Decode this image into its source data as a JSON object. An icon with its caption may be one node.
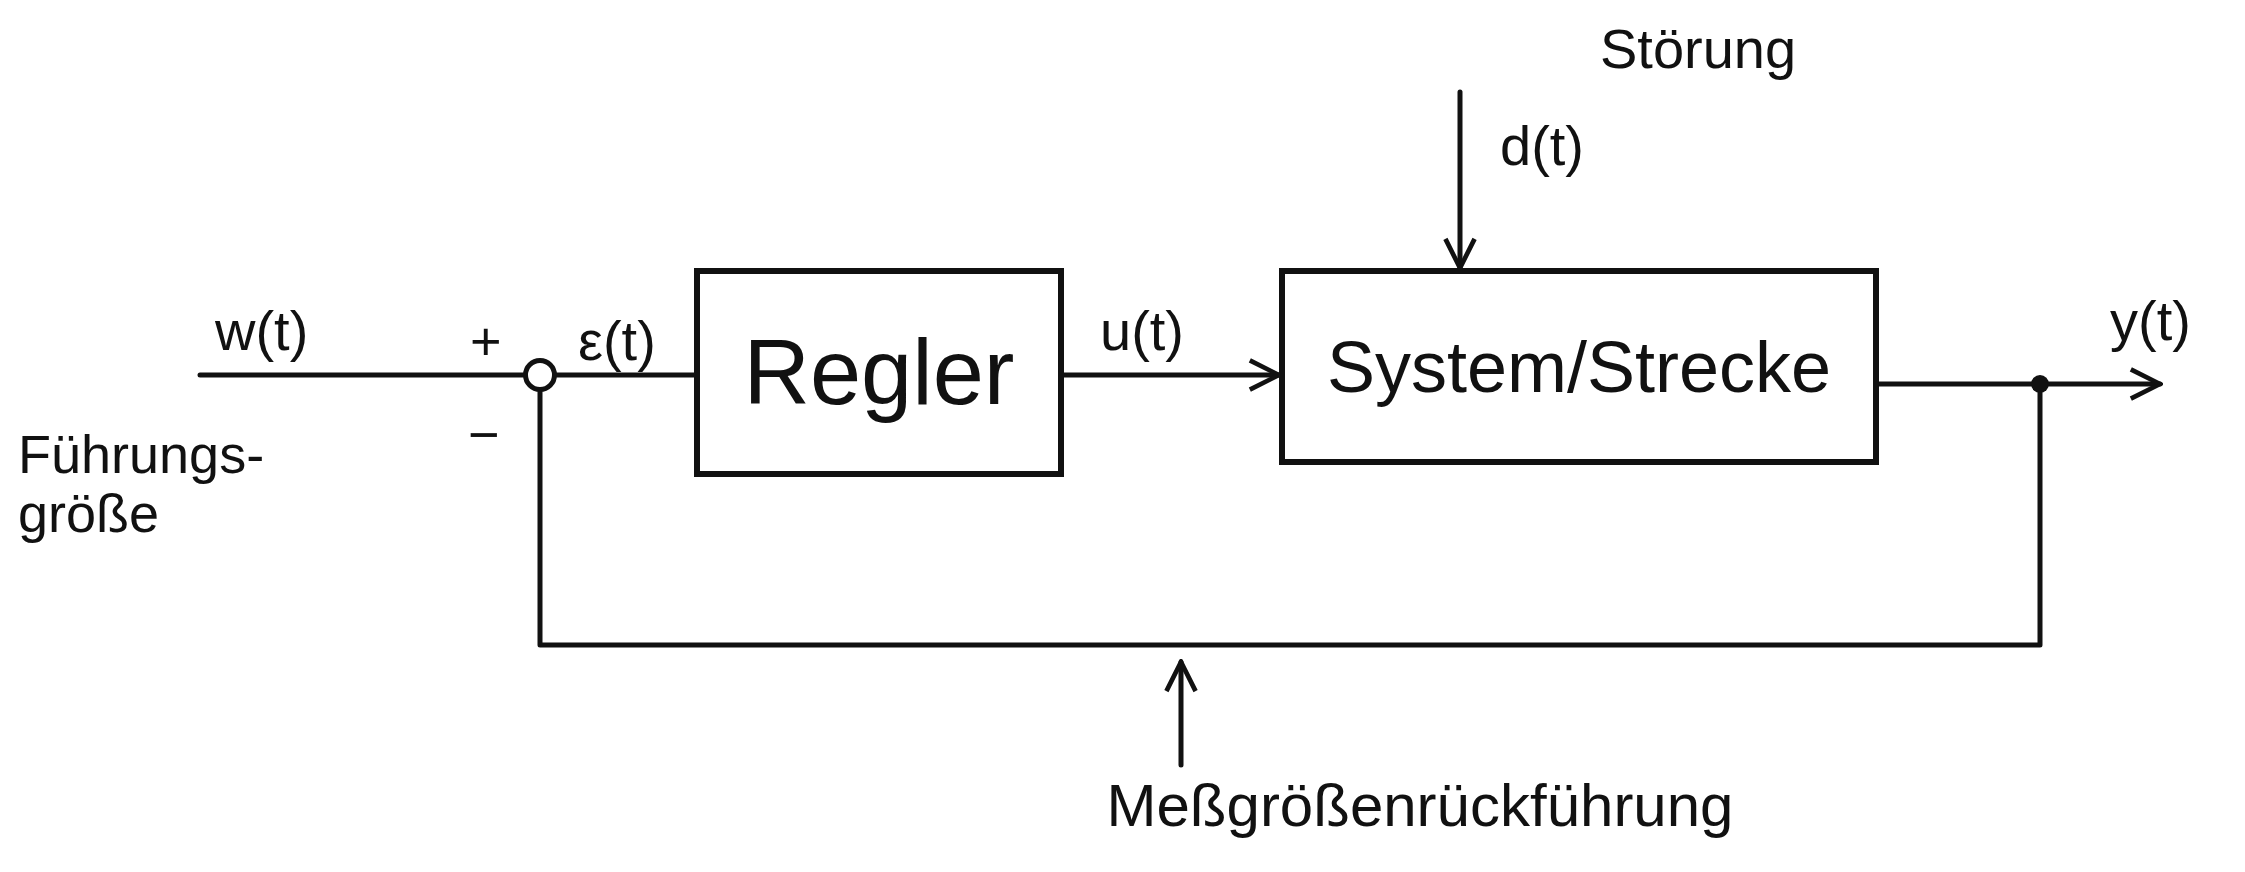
{
  "diagram": {
    "nodes": [
      {
        "text": [],
        "shape": "circle",
        "beside": [
          "+",
          "−"
        ]
      },
      {
        "text": [
          "Regler"
        ]
      },
      {
        "text": [
          "System/Strecke"
        ]
      },
      {
        "text": [],
        "shape": "circle"
      },
      {
        "text": [
          "Meßgrößenrückführung"
        ]
      }
    ],
    "edges": [
      {
        "from": null,
        "to": 0,
        "arrow": "none",
        "label": "w(t)"
      },
      {
        "from": 0,
        "to": 1,
        "arrow": "none",
        "label": "ε(t)"
      },
      {
        "from": 1,
        "to": 2,
        "arrow": "to",
        "label": "u(t)"
      },
      {
        "from": null,
        "to": 2,
        "arrow": "to",
        "label": "d(t)"
      },
      {
        "from": 2,
        "to": 3,
        "arrow": "none"
      },
      {
        "from": 3,
        "to": null,
        "arrow": "to",
        "label": "y(t)"
      },
      {
        "from": 3,
        "to": 0,
        "arrow": "none"
      },
      {
        "from": 4,
        "to": null,
        "arrow": "to"
      }
    ],
    "labels": [
      "Führungs- größe",
      "Störung"
    ]
  }
}
